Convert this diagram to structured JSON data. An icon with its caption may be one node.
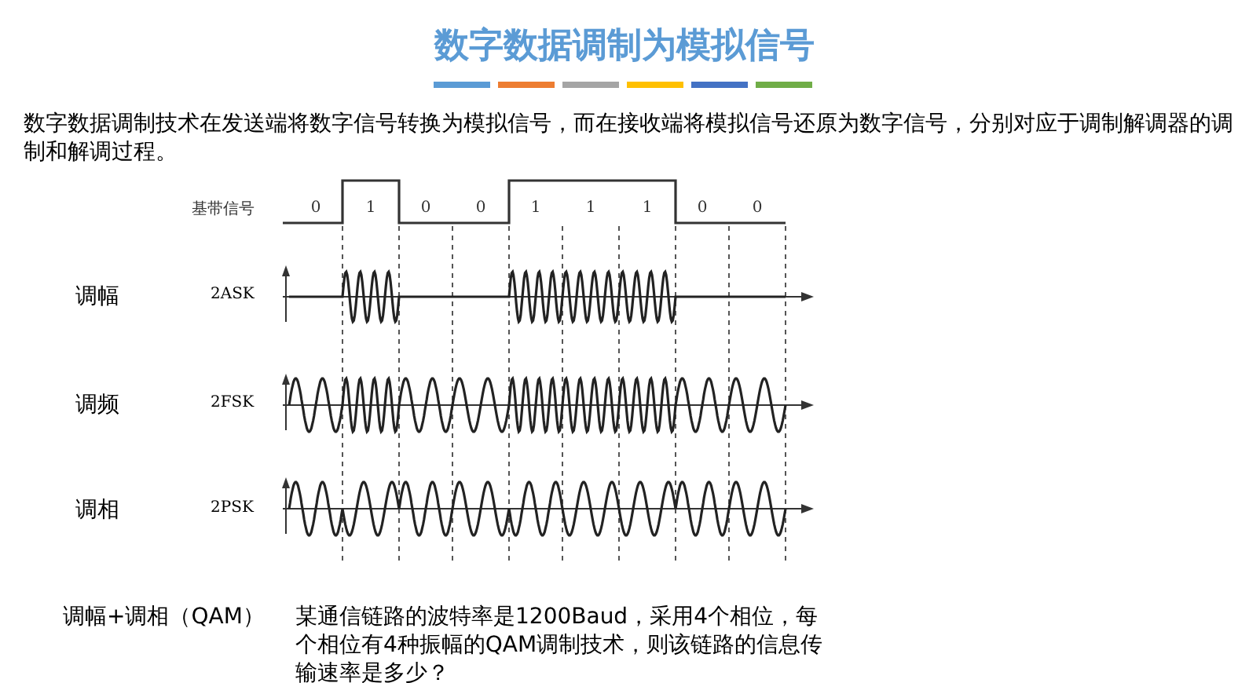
{
  "diagram": {
    "title": "数字数据调制为模拟信号",
    "labels": [
      "数字数据调制技术在发送端将数字信号转换为模拟信号，而在接收端将模拟信号还原为数字信号，分别对应于调制解调器的调制和解调过程。",
      "基带信号",
      "0",
      "1",
      "0",
      "0",
      "1",
      "1",
      "1",
      "0",
      "0",
      "调幅",
      "2ASK",
      "调频",
      "2FSK",
      "调相",
      "2PSK",
      "调幅+调相（QAM）",
      "某通信链路的波特率是1200Baud，采用4个相位，每个相位有4种振幅的QAM调制技术，则该链路的信息传输速率是多少？"
    ]
  }
}
